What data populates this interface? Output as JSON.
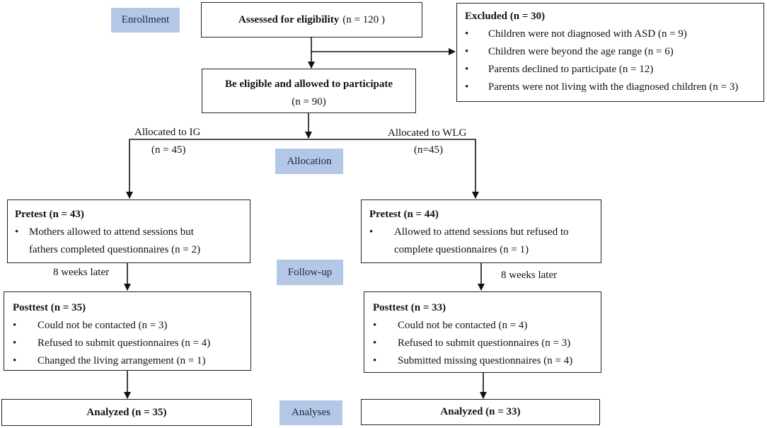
{
  "stages": {
    "enrollment": "Enrollment",
    "allocation": "Allocation",
    "follow_up": "Follow-up",
    "analyses": "Analyses"
  },
  "assessed": {
    "title": "Assessed for eligibility",
    "count": "(n = 120 )"
  },
  "excluded": {
    "title": "Excluded (n = 30)",
    "items": [
      "Children were not diagnosed with ASD (n = 9)",
      "Children were beyond the age range (n = 6)",
      "Parents declined to participate (n = 12)",
      "Parents were not living with the diagnosed children (n = 3)"
    ]
  },
  "eligible": {
    "title": "Be eligible and allowed to participate",
    "count": "(n = 90)"
  },
  "allocation_labels": {
    "ig": "Allocated to IG",
    "ig_n": "(n = 45)",
    "wlg": "Allocated to WLG",
    "wlg_n": "(n=45)"
  },
  "ig": {
    "pretest_title": "Pretest (n = 43)",
    "pretest_line1": "Mothers allowed to attend sessions but",
    "pretest_line2": "fathers completed questionnaires (n = 2)",
    "weeks": "8 weeks later",
    "posttest_title": "Posttest (n = 35)",
    "posttest_items": [
      "Could not be contacted (n = 3)",
      "Refused to submit questionnaires (n = 4)",
      "Changed the living arrangement (n = 1)"
    ],
    "analyzed": "Analyzed (n = 35)"
  },
  "wlg": {
    "pretest_title": "Pretest (n = 44)",
    "pretest_line1": "Allowed to attend sessions but refused to",
    "pretest_line2": "complete questionnaires (n = 1)",
    "weeks": "8 weeks later",
    "posttest_title": "Posttest (n = 33)",
    "posttest_items": [
      "Could not be contacted (n = 4)",
      "Refused to submit questionnaires (n = 3)",
      "Submitted missing questionnaires (n = 4)"
    ],
    "analyzed": "Analyzed (n = 33)"
  },
  "bullet": "•"
}
